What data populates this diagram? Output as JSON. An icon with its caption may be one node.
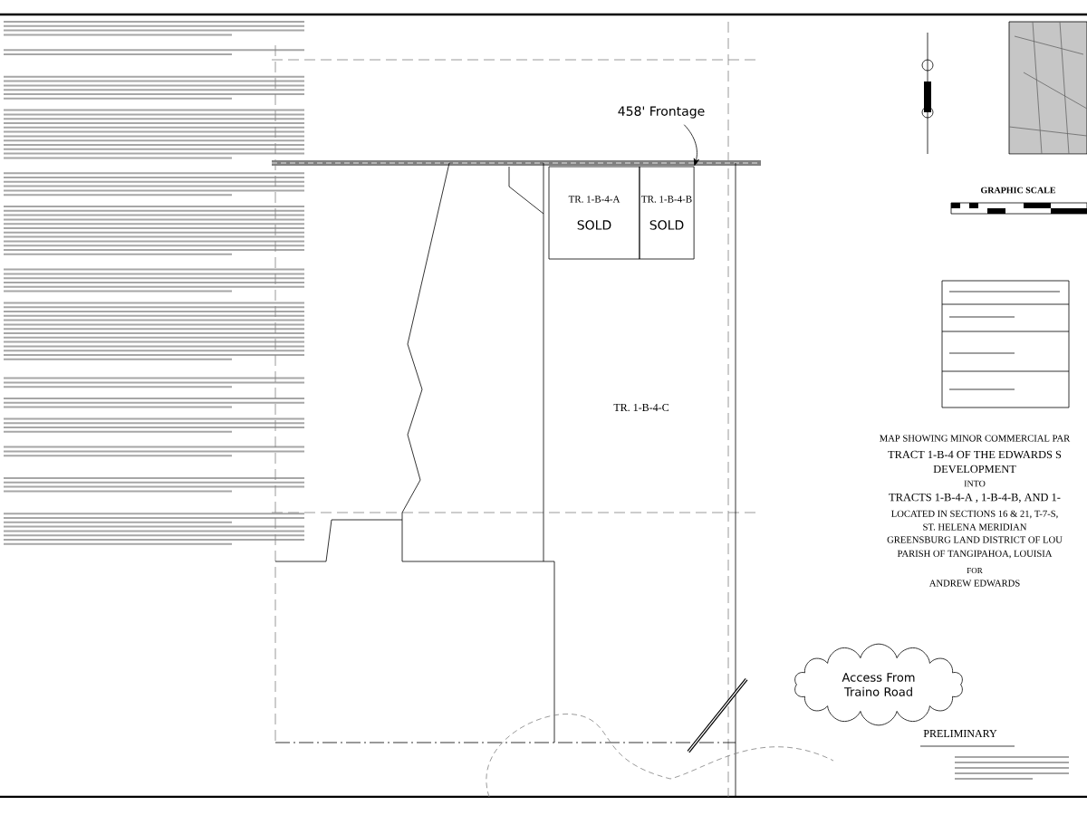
{
  "diagram": {
    "nodes": [
      {
        "text": [
          "TR. 1-B-4-A",
          "SOLD"
        ]
      },
      {
        "text": [
          "TR. 1-B-4-B",
          "SOLD"
        ]
      },
      {
        "text": [
          "TR. 1-B-4-C"
        ]
      },
      {
        "text": [
          "458' Frontage"
        ]
      },
      {
        "text": [
          "Access From Traino Road"
        ]
      }
    ],
    "edges": [
      {
        "from": 3,
        "to": 1,
        "arrow": "to"
      }
    ],
    "labels": [
      "GRAPHIC SCALE",
      "MAP SHOWING MINOR COMMERCIAL PAR",
      "TRACT 1-B-4 OF THE EDWARDS S",
      "DEVELOPMENT",
      "INTO",
      "TRACTS 1-B-4-A , 1-B-4-B, AND 1-",
      "LOCATED IN SECTIONS 16 & 21, T-7-S,",
      "ST. HELENA MERIDIAN",
      "GREENSBURG LAND DISTRICT OF LOU",
      "PARISH OF TANGIPAHOA, LOUISIA",
      "FOR",
      "ANDREW EDWARDS",
      "PRELIMINARY"
    ]
  }
}
